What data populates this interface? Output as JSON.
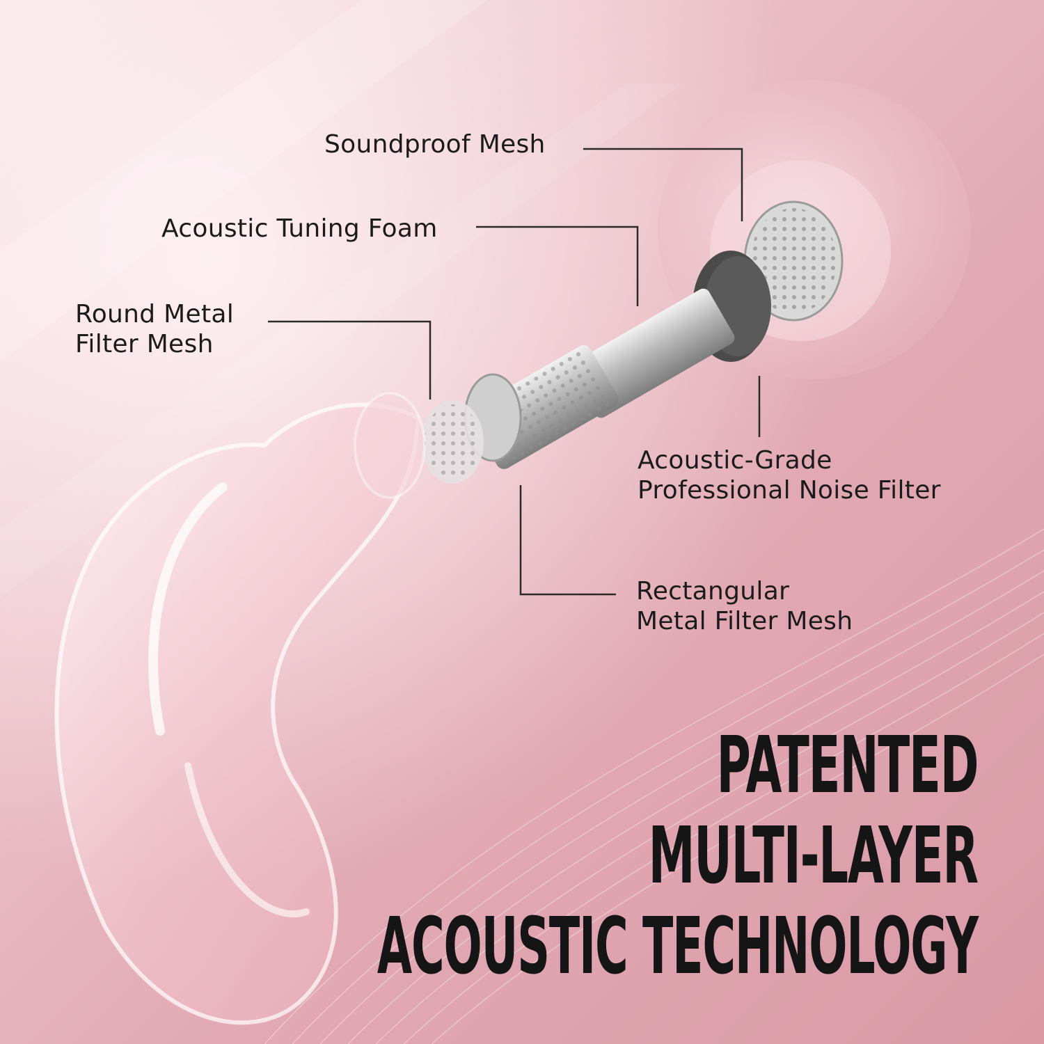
{
  "labels": {
    "soundproof_mesh": "Soundproof Mesh",
    "acoustic_tuning_foam": "Acoustic Tuning Foam",
    "round_metal_filter_mesh": [
      "Round Metal",
      "Filter Mesh"
    ],
    "noise_filter": [
      "Acoustic-Grade",
      "Professional Noise Filter"
    ],
    "rectangular_mesh": [
      "Rectangular",
      "Metal Filter Mesh"
    ]
  },
  "headline": {
    "line1": "PATENTED",
    "line2": "MULTI-LAYER",
    "line3": "ACOUSTIC TECHNOLOGY"
  },
  "colors": {
    "background": "#e2a9b4",
    "text": "#151515",
    "leader_line": "#2a2a2a"
  }
}
